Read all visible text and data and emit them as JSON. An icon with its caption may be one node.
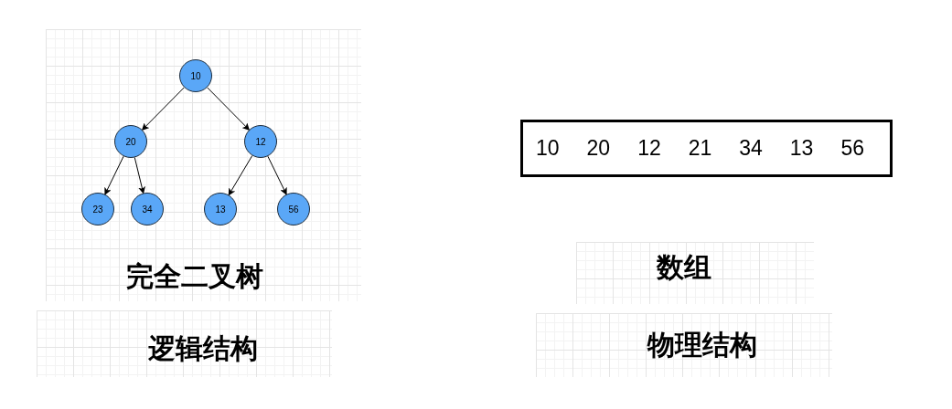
{
  "diagram": {
    "nodes": [
      {
        "text": [
          "10"
        ]
      },
      {
        "text": [
          "20"
        ]
      },
      {
        "text": [
          "12"
        ]
      },
      {
        "text": [
          "23"
        ]
      },
      {
        "text": [
          "34"
        ]
      },
      {
        "text": [
          "13"
        ]
      },
      {
        "text": [
          "56"
        ]
      },
      {
        "text": [
          "10",
          "20",
          "12",
          "21",
          "34",
          "13",
          "56"
        ]
      }
    ],
    "edges": [
      {
        "from": 0,
        "to": 1,
        "arrow": "to"
      },
      {
        "from": 0,
        "to": 2,
        "arrow": "to"
      },
      {
        "from": 1,
        "to": 3,
        "arrow": "to"
      },
      {
        "from": 1,
        "to": 4,
        "arrow": "to"
      },
      {
        "from": 2,
        "to": 5,
        "arrow": "to"
      },
      {
        "from": 2,
        "to": 6,
        "arrow": "to"
      }
    ],
    "labels": [
      "完全二叉树",
      "逻辑结构",
      "数组",
      "物理结构"
    ]
  }
}
